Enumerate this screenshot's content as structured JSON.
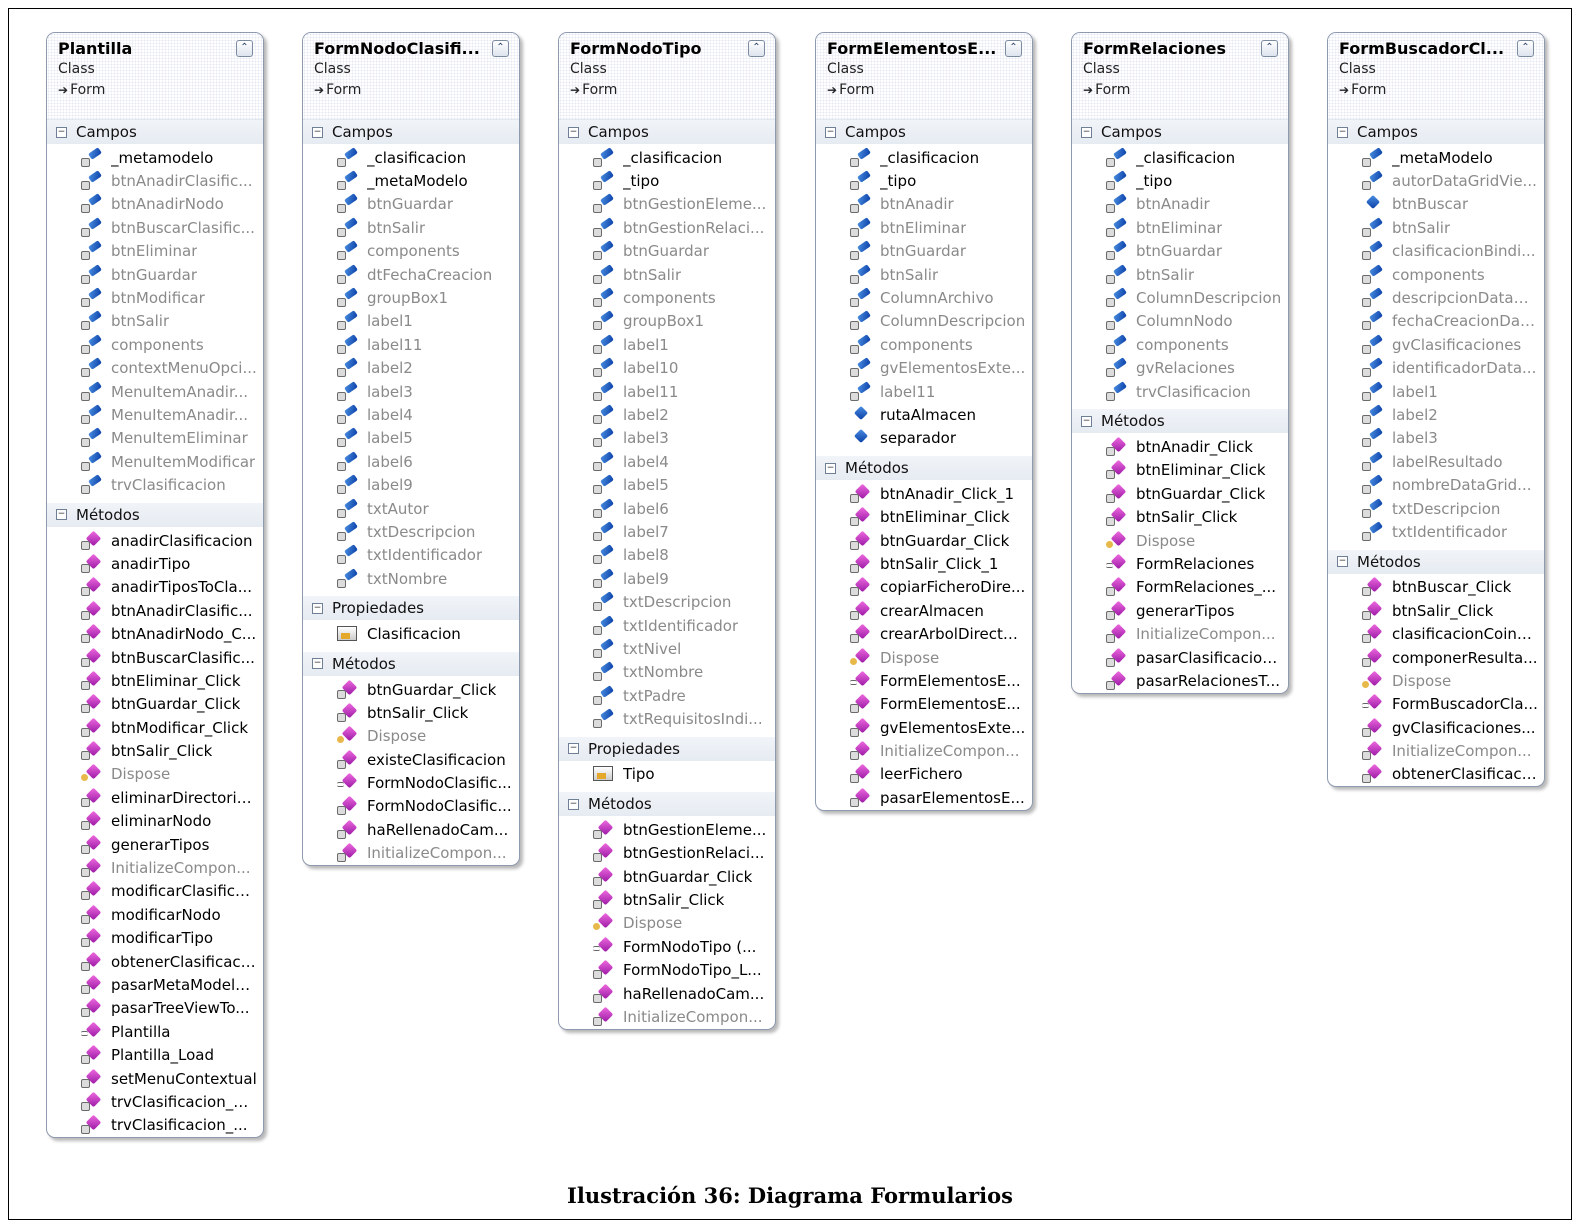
{
  "caption": "Ilustración 36: Diagrama Formularios",
  "classes": [
    {
      "title": "Plantilla",
      "stereotype": "Class",
      "base": "Form",
      "sections": [
        {
          "label": "Campos",
          "kind": "field",
          "members": [
            {
              "name": "_metamodelo",
              "off": false
            },
            {
              "name": "btnAnadirClasific...",
              "off": true
            },
            {
              "name": "btnAnadirNodo",
              "off": true
            },
            {
              "name": "btnBuscarClasific...",
              "off": true
            },
            {
              "name": "btnEliminar",
              "off": true
            },
            {
              "name": "btnGuardar",
              "off": true
            },
            {
              "name": "btnModificar",
              "off": true
            },
            {
              "name": "btnSalir",
              "off": true
            },
            {
              "name": "components",
              "off": true
            },
            {
              "name": "contextMenuOpci...",
              "off": true
            },
            {
              "name": "MenuItemAnadir...",
              "off": true
            },
            {
              "name": "MenuItemAnadir...",
              "off": true
            },
            {
              "name": "MenuItemEliminar",
              "off": true
            },
            {
              "name": "MenuItemModificar",
              "off": true
            },
            {
              "name": "trvClasificacion",
              "off": true
            }
          ]
        },
        {
          "label": "Métodos",
          "kind": "method",
          "members": [
            {
              "name": "anadirClasificacion",
              "off": false
            },
            {
              "name": "anadirTipo",
              "off": false
            },
            {
              "name": "anadirTiposToCla...",
              "off": false
            },
            {
              "name": "btnAnadirClasific...",
              "off": false
            },
            {
              "name": "btnAnadirNodo_C...",
              "off": false
            },
            {
              "name": "btnBuscarClasific...",
              "off": false
            },
            {
              "name": "btnEliminar_Click",
              "off": false
            },
            {
              "name": "btnGuardar_Click",
              "off": false
            },
            {
              "name": "btnModificar_Click",
              "off": false
            },
            {
              "name": "btnSalir_Click",
              "off": false
            },
            {
              "name": "Dispose",
              "off": true,
              "kind": "dispose"
            },
            {
              "name": "eliminarDirectorio...",
              "off": false
            },
            {
              "name": "eliminarNodo",
              "off": false
            },
            {
              "name": "generarTipos",
              "off": false
            },
            {
              "name": "InitializeCompon...",
              "off": true
            },
            {
              "name": "modificarClasifica...",
              "off": false
            },
            {
              "name": "modificarNodo",
              "off": false
            },
            {
              "name": "modificarTipo",
              "off": false
            },
            {
              "name": "obtenerClasificaci...",
              "off": false
            },
            {
              "name": "pasarMetaModelo...",
              "off": false
            },
            {
              "name": "pasarTreeViewTo...",
              "off": false
            },
            {
              "name": "Plantilla",
              "off": false,
              "kind": "ctor"
            },
            {
              "name": "Plantilla_Load",
              "off": false
            },
            {
              "name": "setMenuContextual",
              "off": false
            },
            {
              "name": "trvClasificacion_K...",
              "off": false
            },
            {
              "name": "trvClasificacion_...",
              "off": false
            }
          ]
        }
      ]
    },
    {
      "title": "FormNodoClasifi...",
      "stereotype": "Class",
      "base": "Form",
      "sections": [
        {
          "label": "Campos",
          "kind": "field",
          "members": [
            {
              "name": "_clasificacion",
              "off": false
            },
            {
              "name": "_metaModelo",
              "off": false
            },
            {
              "name": "btnGuardar",
              "off": true
            },
            {
              "name": "btnSalir",
              "off": true
            },
            {
              "name": "components",
              "off": true
            },
            {
              "name": "dtFechaCreacion",
              "off": true
            },
            {
              "name": "groupBox1",
              "off": true
            },
            {
              "name": "label1",
              "off": true
            },
            {
              "name": "label11",
              "off": true
            },
            {
              "name": "label2",
              "off": true
            },
            {
              "name": "label3",
              "off": true
            },
            {
              "name": "label4",
              "off": true
            },
            {
              "name": "label5",
              "off": true
            },
            {
              "name": "label6",
              "off": true
            },
            {
              "name": "label9",
              "off": true
            },
            {
              "name": "txtAutor",
              "off": true
            },
            {
              "name": "txtDescripcion",
              "off": true
            },
            {
              "name": "txtIdentificador",
              "off": true
            },
            {
              "name": "txtNombre",
              "off": true
            }
          ]
        },
        {
          "label": "Propiedades",
          "kind": "prop",
          "members": [
            {
              "name": "Clasificacion",
              "off": false
            }
          ]
        },
        {
          "label": "Métodos",
          "kind": "method",
          "members": [
            {
              "name": "btnGuardar_Click",
              "off": false
            },
            {
              "name": "btnSalir_Click",
              "off": false
            },
            {
              "name": "Dispose",
              "off": true,
              "kind": "dispose"
            },
            {
              "name": "existeClasificacion",
              "off": false
            },
            {
              "name": "FormNodoClasific...",
              "off": false,
              "kind": "ctor"
            },
            {
              "name": "FormNodoClasific...",
              "off": false
            },
            {
              "name": "haRellenadoCam...",
              "off": false
            },
            {
              "name": "InitializeCompon...",
              "off": true
            }
          ]
        }
      ]
    },
    {
      "title": "FormNodoTipo",
      "stereotype": "Class",
      "base": "Form",
      "sections": [
        {
          "label": "Campos",
          "kind": "field",
          "members": [
            {
              "name": "_clasificacion",
              "off": false
            },
            {
              "name": "_tipo",
              "off": false
            },
            {
              "name": "btnGestionEleme...",
              "off": true
            },
            {
              "name": "btnGestionRelaci...",
              "off": true
            },
            {
              "name": "btnGuardar",
              "off": true
            },
            {
              "name": "btnSalir",
              "off": true
            },
            {
              "name": "components",
              "off": true
            },
            {
              "name": "groupBox1",
              "off": true
            },
            {
              "name": "label1",
              "off": true
            },
            {
              "name": "label10",
              "off": true
            },
            {
              "name": "label11",
              "off": true
            },
            {
              "name": "label2",
              "off": true
            },
            {
              "name": "label3",
              "off": true
            },
            {
              "name": "label4",
              "off": true
            },
            {
              "name": "label5",
              "off": true
            },
            {
              "name": "label6",
              "off": true
            },
            {
              "name": "label7",
              "off": true
            },
            {
              "name": "label8",
              "off": true
            },
            {
              "name": "label9",
              "off": true
            },
            {
              "name": "txtDescripcion",
              "off": true
            },
            {
              "name": "txtIdentificador",
              "off": true
            },
            {
              "name": "txtNivel",
              "off": true
            },
            {
              "name": "txtNombre",
              "off": true
            },
            {
              "name": "txtPadre",
              "off": true
            },
            {
              "name": "txtRequisitosIndi...",
              "off": true
            }
          ]
        },
        {
          "label": "Propiedades",
          "kind": "prop",
          "members": [
            {
              "name": "Tipo",
              "off": false
            }
          ]
        },
        {
          "label": "Métodos",
          "kind": "method",
          "members": [
            {
              "name": "btnGestionEleme...",
              "off": false
            },
            {
              "name": "btnGestionRelaci...",
              "off": false
            },
            {
              "name": "btnGuardar_Click",
              "off": false
            },
            {
              "name": "btnSalir_Click",
              "off": false
            },
            {
              "name": "Dispose",
              "off": true,
              "kind": "dispose"
            },
            {
              "name": "FormNodoTipo (...",
              "off": false,
              "kind": "ctor"
            },
            {
              "name": "FormNodoTipo_L...",
              "off": false
            },
            {
              "name": "haRellenadoCam...",
              "off": false
            },
            {
              "name": "InitializeCompon...",
              "off": true
            }
          ]
        }
      ]
    },
    {
      "title": "FormElementosE...",
      "stereotype": "Class",
      "base": "Form",
      "sections": [
        {
          "label": "Campos",
          "kind": "field",
          "members": [
            {
              "name": "_clasificacion",
              "off": false
            },
            {
              "name": "_tipo",
              "off": false
            },
            {
              "name": "btnAnadir",
              "off": true
            },
            {
              "name": "btnEliminar",
              "off": true
            },
            {
              "name": "btnGuardar",
              "off": true
            },
            {
              "name": "btnSalir",
              "off": true
            },
            {
              "name": "ColumnArchivo",
              "off": true
            },
            {
              "name": "ColumnDescripcion",
              "off": true
            },
            {
              "name": "components",
              "off": true
            },
            {
              "name": "gvElementosExte...",
              "off": true
            },
            {
              "name": "label11",
              "off": true
            },
            {
              "name": "rutaAlmacen",
              "off": false,
              "kind": "pub"
            },
            {
              "name": "separador",
              "off": false,
              "kind": "pub"
            }
          ]
        },
        {
          "label": "Métodos",
          "kind": "method",
          "members": [
            {
              "name": "btnAnadir_Click_1",
              "off": false
            },
            {
              "name": "btnEliminar_Click",
              "off": false
            },
            {
              "name": "btnGuardar_Click",
              "off": false
            },
            {
              "name": "btnSalir_Click_1",
              "off": false
            },
            {
              "name": "copiarFicheroDire...",
              "off": false
            },
            {
              "name": "crearAlmacen",
              "off": false
            },
            {
              "name": "crearArbolDirecto...",
              "off": false
            },
            {
              "name": "Dispose",
              "off": true,
              "kind": "dispose"
            },
            {
              "name": "FormElementosE...",
              "off": false,
              "kind": "ctor"
            },
            {
              "name": "FormElementosE...",
              "off": false
            },
            {
              "name": "gvElementosExte...",
              "off": false
            },
            {
              "name": "InitializeCompon...",
              "off": true
            },
            {
              "name": "leerFichero",
              "off": false
            },
            {
              "name": "pasarElementosE...",
              "off": false
            }
          ]
        }
      ]
    },
    {
      "title": "FormRelaciones",
      "stereotype": "Class",
      "base": "Form",
      "sections": [
        {
          "label": "Campos",
          "kind": "field",
          "members": [
            {
              "name": "_clasificacion",
              "off": false
            },
            {
              "name": "_tipo",
              "off": false
            },
            {
              "name": "btnAnadir",
              "off": true
            },
            {
              "name": "btnEliminar",
              "off": true
            },
            {
              "name": "btnGuardar",
              "off": true
            },
            {
              "name": "btnSalir",
              "off": true
            },
            {
              "name": "ColumnDescripcion",
              "off": true
            },
            {
              "name": "ColumnNodo",
              "off": true
            },
            {
              "name": "components",
              "off": true
            },
            {
              "name": "gvRelaciones",
              "off": true
            },
            {
              "name": "trvClasificacion",
              "off": true
            }
          ]
        },
        {
          "label": "Métodos",
          "kind": "method",
          "members": [
            {
              "name": "btnAnadir_Click",
              "off": false
            },
            {
              "name": "btnEliminar_Click",
              "off": false
            },
            {
              "name": "btnGuardar_Click",
              "off": false
            },
            {
              "name": "btnSalir_Click",
              "off": false
            },
            {
              "name": "Dispose",
              "off": true,
              "kind": "dispose"
            },
            {
              "name": "FormRelaciones",
              "off": false,
              "kind": "ctor"
            },
            {
              "name": "FormRelaciones_...",
              "off": false
            },
            {
              "name": "generarTipos",
              "off": false
            },
            {
              "name": "InitializeCompon...",
              "off": true
            },
            {
              "name": "pasarClasificacion...",
              "off": false
            },
            {
              "name": "pasarRelacionesT...",
              "off": false
            }
          ]
        }
      ]
    },
    {
      "title": "FormBuscadorCl...",
      "stereotype": "Class",
      "base": "Form",
      "sections": [
        {
          "label": "Campos",
          "kind": "field",
          "members": [
            {
              "name": "_metaModelo",
              "off": false
            },
            {
              "name": "autorDataGridVie...",
              "off": true
            },
            {
              "name": "btnBuscar",
              "off": true,
              "kind": "pub"
            },
            {
              "name": "btnSalir",
              "off": true
            },
            {
              "name": "clasificacionBindi...",
              "off": true
            },
            {
              "name": "components",
              "off": true
            },
            {
              "name": "descripcionDataG...",
              "off": true
            },
            {
              "name": "fechaCreacionDat...",
              "off": true
            },
            {
              "name": "gvClasificaciones",
              "off": true
            },
            {
              "name": "identificadorData...",
              "off": true
            },
            {
              "name": "label1",
              "off": true
            },
            {
              "name": "label2",
              "off": true
            },
            {
              "name": "label3",
              "off": true
            },
            {
              "name": "labelResultado",
              "off": true
            },
            {
              "name": "nombreDataGrid...",
              "off": true
            },
            {
              "name": "txtDescripcion",
              "off": true
            },
            {
              "name": "txtIdentificador",
              "off": true
            }
          ]
        },
        {
          "label": "Métodos",
          "kind": "method",
          "members": [
            {
              "name": "btnBuscar_Click",
              "off": false
            },
            {
              "name": "btnSalir_Click",
              "off": false
            },
            {
              "name": "clasificacionCoinc...",
              "off": false
            },
            {
              "name": "componerResulta...",
              "off": false
            },
            {
              "name": "Dispose",
              "off": true,
              "kind": "dispose"
            },
            {
              "name": "FormBuscadorCla...",
              "off": false,
              "kind": "ctor"
            },
            {
              "name": "gvClasificaciones...",
              "off": false
            },
            {
              "name": "InitializeCompon...",
              "off": true
            },
            {
              "name": "obtenerClasificaci...",
              "off": false
            }
          ]
        }
      ]
    }
  ]
}
